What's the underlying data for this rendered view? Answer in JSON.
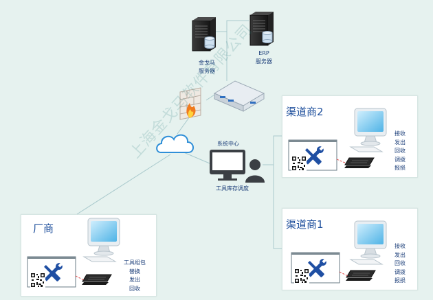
{
  "servers": {
    "jgm": {
      "line1": "金戈马",
      "line2": "服务器"
    },
    "erp": {
      "line1": "ERP",
      "line2": "服务器"
    }
  },
  "center": {
    "top_label": "系统中心",
    "bottom_label": "工具库存调度"
  },
  "panels": {
    "channel2": {
      "title": "渠道商2",
      "ops": [
        "接收",
        "发出",
        "回收",
        "调拨",
        "报损"
      ]
    },
    "channel1": {
      "title": "渠道商1",
      "ops": [
        "接收",
        "发出",
        "回收",
        "调拨",
        "报损"
      ]
    },
    "factory": {
      "title": "厂商",
      "ops": [
        "工具组包",
        "替换",
        "发出",
        "回收"
      ]
    }
  },
  "watermark": "上海金戈马软件有限公司",
  "colors": {
    "background": "#e6f2ef",
    "title": "#1e4f9c",
    "connector": "#a9c9cc",
    "cloud": "#2f8fd8"
  }
}
